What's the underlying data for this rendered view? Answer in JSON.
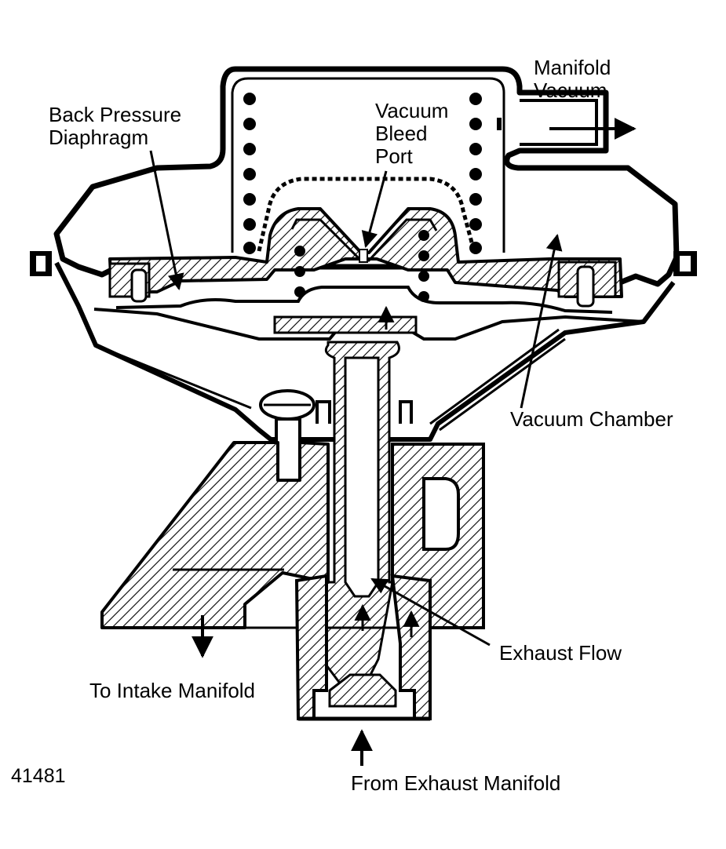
{
  "labels": {
    "manifold_vacuum_line1": "Manifold",
    "manifold_vacuum_line2": "Vacuum",
    "back_pressure_line1": "Back Pressure",
    "back_pressure_line2": "Diaphragm",
    "vacuum_bleed_line1": "Vacuum",
    "vacuum_bleed_line2": "Bleed",
    "vacuum_bleed_line3": "Port",
    "vacuum_chamber": "Vacuum Chamber",
    "exhaust_flow": "Exhaust Flow",
    "to_intake": "To Intake Manifold",
    "from_exhaust": "From Exhaust Manifold",
    "figure_number": "41481"
  },
  "colors": {
    "ink": "#000000",
    "paper": "#ffffff"
  }
}
